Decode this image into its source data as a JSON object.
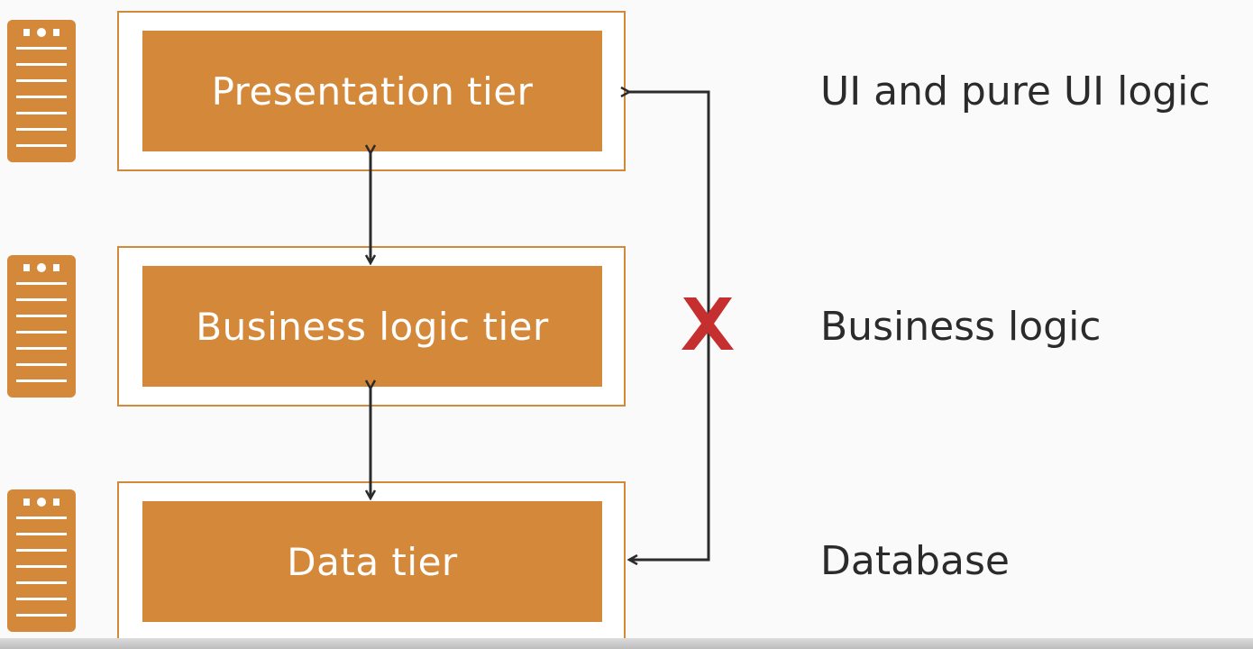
{
  "tiers": [
    {
      "label": "Presentation tier",
      "description": "UI and pure UI logic"
    },
    {
      "label": "Business logic tier",
      "description": "Business logic"
    },
    {
      "label": "Data tier",
      "description": "Database"
    }
  ],
  "icons": {
    "server": "server-icon",
    "blocked": "x-icon"
  },
  "colors": {
    "tier_fill": "#d4883a",
    "tier_border": "#d4883a",
    "arrow": "#2b2b2b",
    "blocked_x": "#c62f2f",
    "background": "#fafafa"
  }
}
